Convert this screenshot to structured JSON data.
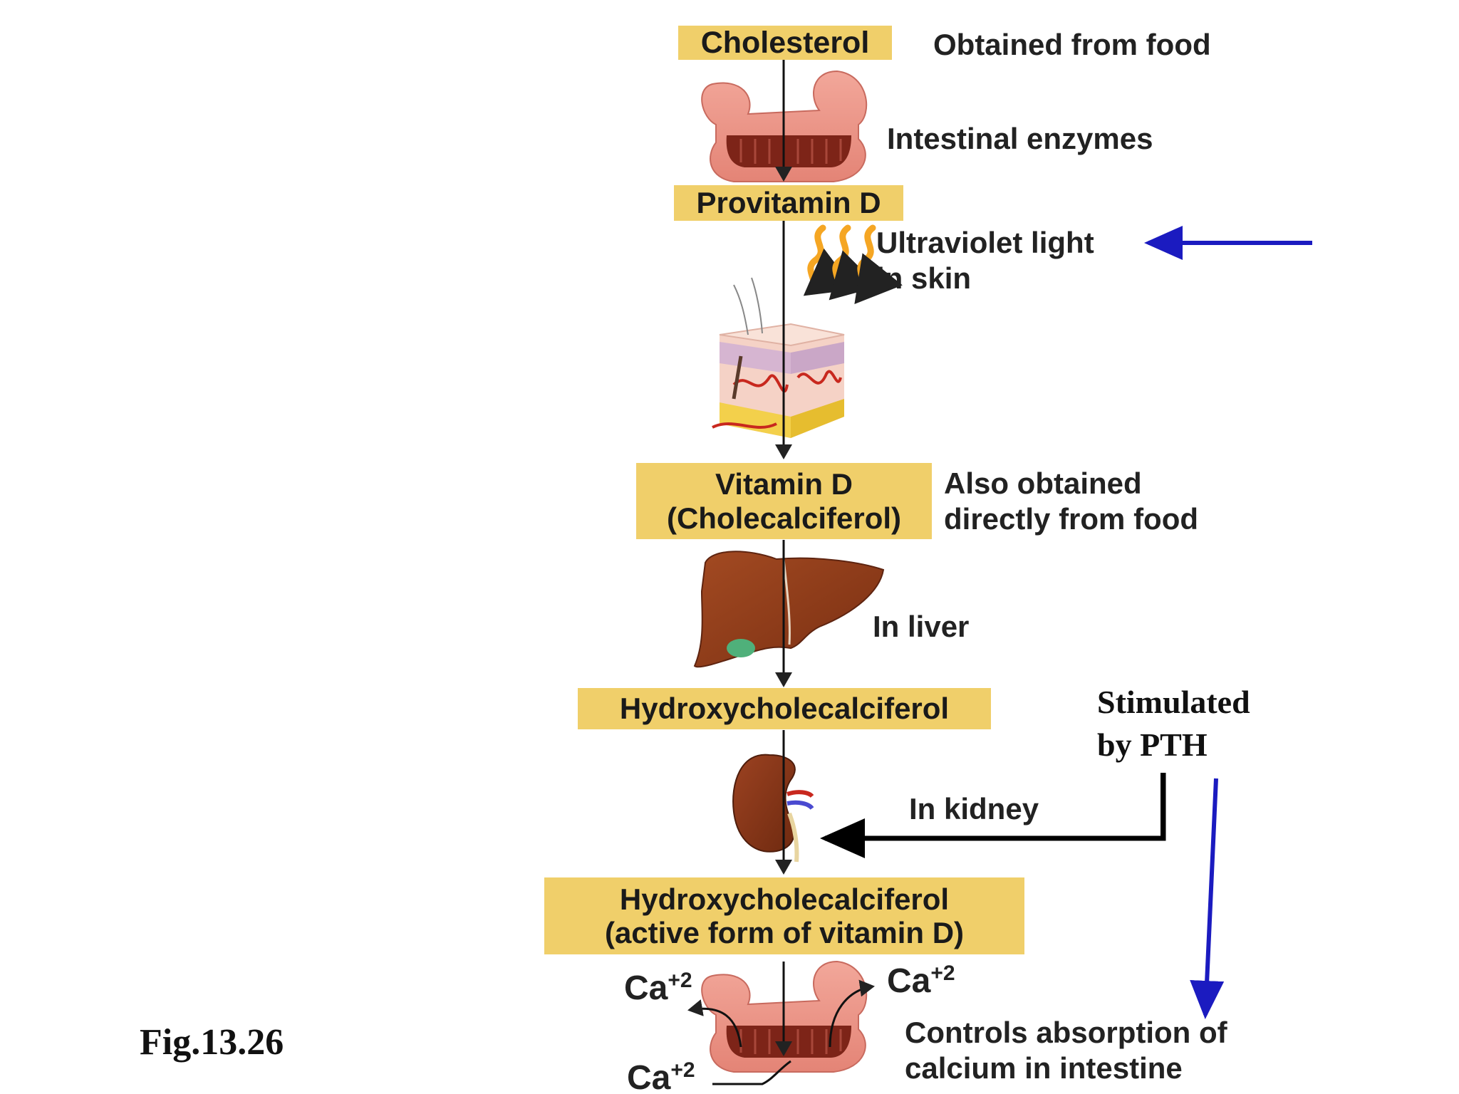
{
  "figure": {
    "label": "Fig.13.26"
  },
  "steps": {
    "cholesterol": "Cholesterol",
    "provitamin": "Provitamin D",
    "vitamin_d_line1": "Vitamin D",
    "vitamin_d_line2": "(Cholecalciferol)",
    "hydroxy": "Hydroxycholecalciferol",
    "active_line1": "Hydroxycholecalciferol",
    "active_line2": "(active form of vitamin D)"
  },
  "notes": {
    "from_food": "Obtained from food",
    "enzymes": "Intestinal enzymes",
    "uv_line1": "Ultraviolet light",
    "uv_line2": "in skin",
    "also_line1": "Also obtained",
    "also_line2": "directly from food",
    "liver": "In liver",
    "kidney": "In kidney",
    "controls_line1": "Controls absorption of",
    "controls_line2": "calcium in intestine"
  },
  "annotation": {
    "pth_line1": "Stimulated",
    "pth_line2": "by PTH"
  },
  "ions": {
    "base": "Ca",
    "charge": "+2"
  },
  "colors": {
    "box": "#f0cf6a",
    "blue_arrow": "#1b1bc0",
    "pth_arrow": "#000000"
  },
  "icons": [
    "intestine-icon",
    "uv-light-icon",
    "skin-icon",
    "liver-icon",
    "kidney-icon"
  ]
}
